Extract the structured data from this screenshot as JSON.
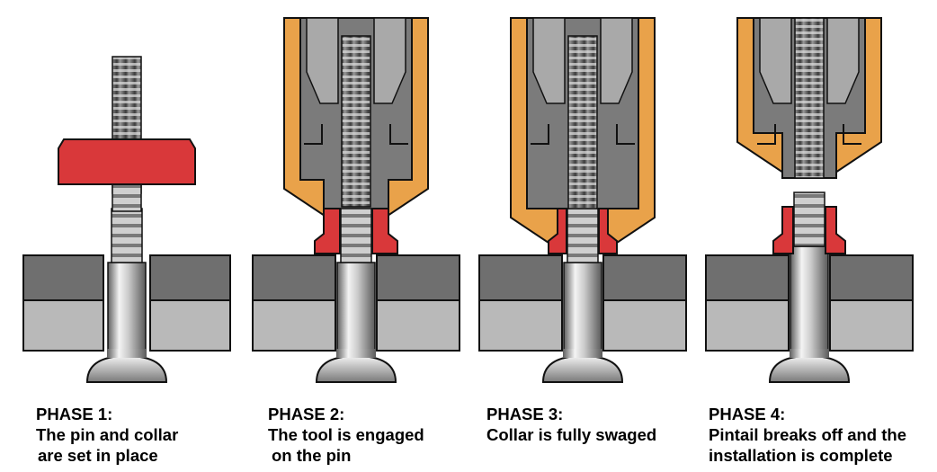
{
  "phases": [
    {
      "title": "PHASE 1:",
      "line1": "The pin and collar",
      "line2": "are set in place"
    },
    {
      "title": "PHASE 2:",
      "line1": "The tool is engaged",
      "line2": "on the pin"
    },
    {
      "title": "PHASE 3:",
      "line1": "Collar is fully swaged",
      "line2": ""
    },
    {
      "title": "PHASE 4:",
      "line1": "Pintail breaks off and the",
      "line2": "installation is complete"
    }
  ],
  "colors": {
    "plate_top": "#6f6f6f",
    "plate_bottom": "#b9b9b9",
    "collar": "#d9383a",
    "tool_orange": "#e9a24a",
    "tool_gray": "#7b7b7b",
    "tool_light": "#a9a9a9",
    "outline": "#111111"
  },
  "icons": [
    "fastener-pin-icon",
    "lockbolt-collar-icon",
    "installation-tool-icon",
    "workpiece-plate-icon"
  ]
}
